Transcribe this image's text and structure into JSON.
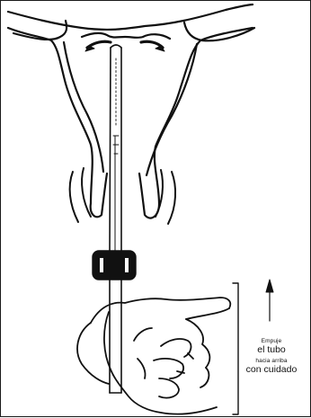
{
  "figure": {
    "annotation": {
      "line1": "Empuje",
      "line2": "el tubo",
      "line3": "hacia arriba",
      "line4": "con cuidado"
    }
  }
}
